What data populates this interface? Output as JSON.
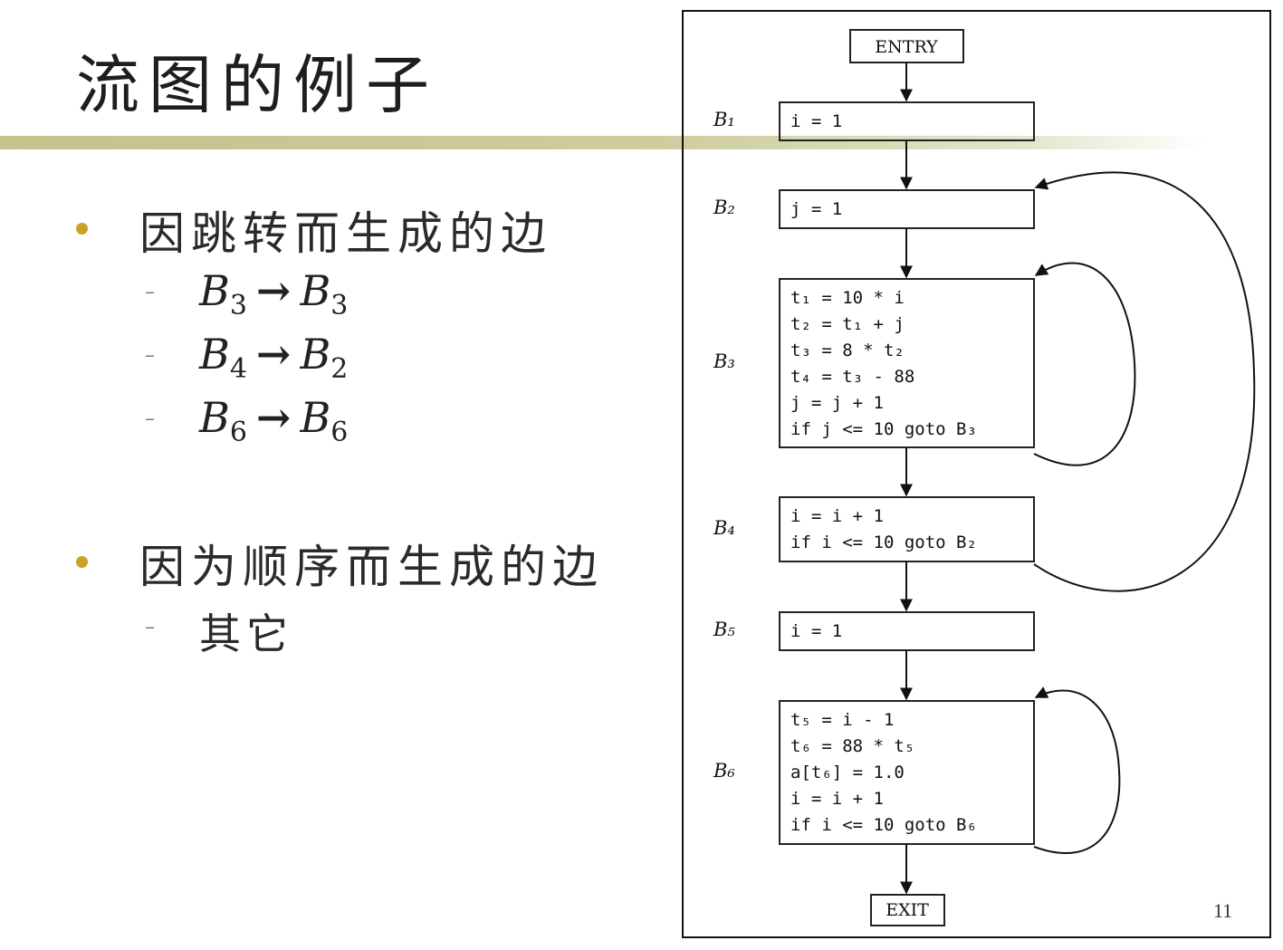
{
  "slide": {
    "title": "流图的例子",
    "page_number": "11"
  },
  "bullets": [
    {
      "text": "因跳转而生成的边",
      "edges": [
        {
          "from_base": "B",
          "from_sub": "3",
          "arrow": "→",
          "to_base": "B",
          "to_sub": "3"
        },
        {
          "from_base": "B",
          "from_sub": "4",
          "arrow": "→",
          "to_base": "B",
          "to_sub": "2"
        },
        {
          "from_base": "B",
          "from_sub": "6",
          "arrow": "→",
          "to_base": "B",
          "to_sub": "6"
        }
      ]
    },
    {
      "text": "因为顺序而生成的边",
      "subitems": [
        "其它"
      ]
    }
  ],
  "flowgraph": {
    "entry": "ENTRY",
    "exit": "EXIT",
    "blocks": [
      {
        "label": "B₁",
        "lines": [
          "i = 1"
        ]
      },
      {
        "label": "B₂",
        "lines": [
          "j = 1"
        ]
      },
      {
        "label": "B₃",
        "lines": [
          "t₁ = 10 * i",
          "t₂ = t₁ + j",
          "t₃ = 8 * t₂",
          "t₄ = t₃ - 88",
          "j = j + 1",
          "if j <= 10 goto B₃"
        ]
      },
      {
        "label": "B₄",
        "lines": [
          "i = i + 1",
          "if i <= 10 goto B₂"
        ]
      },
      {
        "label": "B₅",
        "lines": [
          "i = 1"
        ]
      },
      {
        "label": "B₆",
        "lines": [
          "t₅ = i - 1",
          "t₆ = 88 * t₅",
          "a[t₆] = 1.0",
          "i = i + 1",
          "if i <= 10 goto B₆"
        ]
      }
    ],
    "back_edges": [
      {
        "from": "B₃",
        "to": "B₃"
      },
      {
        "from": "B₄",
        "to": "B₂"
      },
      {
        "from": "B₆",
        "to": "B₆"
      }
    ]
  }
}
